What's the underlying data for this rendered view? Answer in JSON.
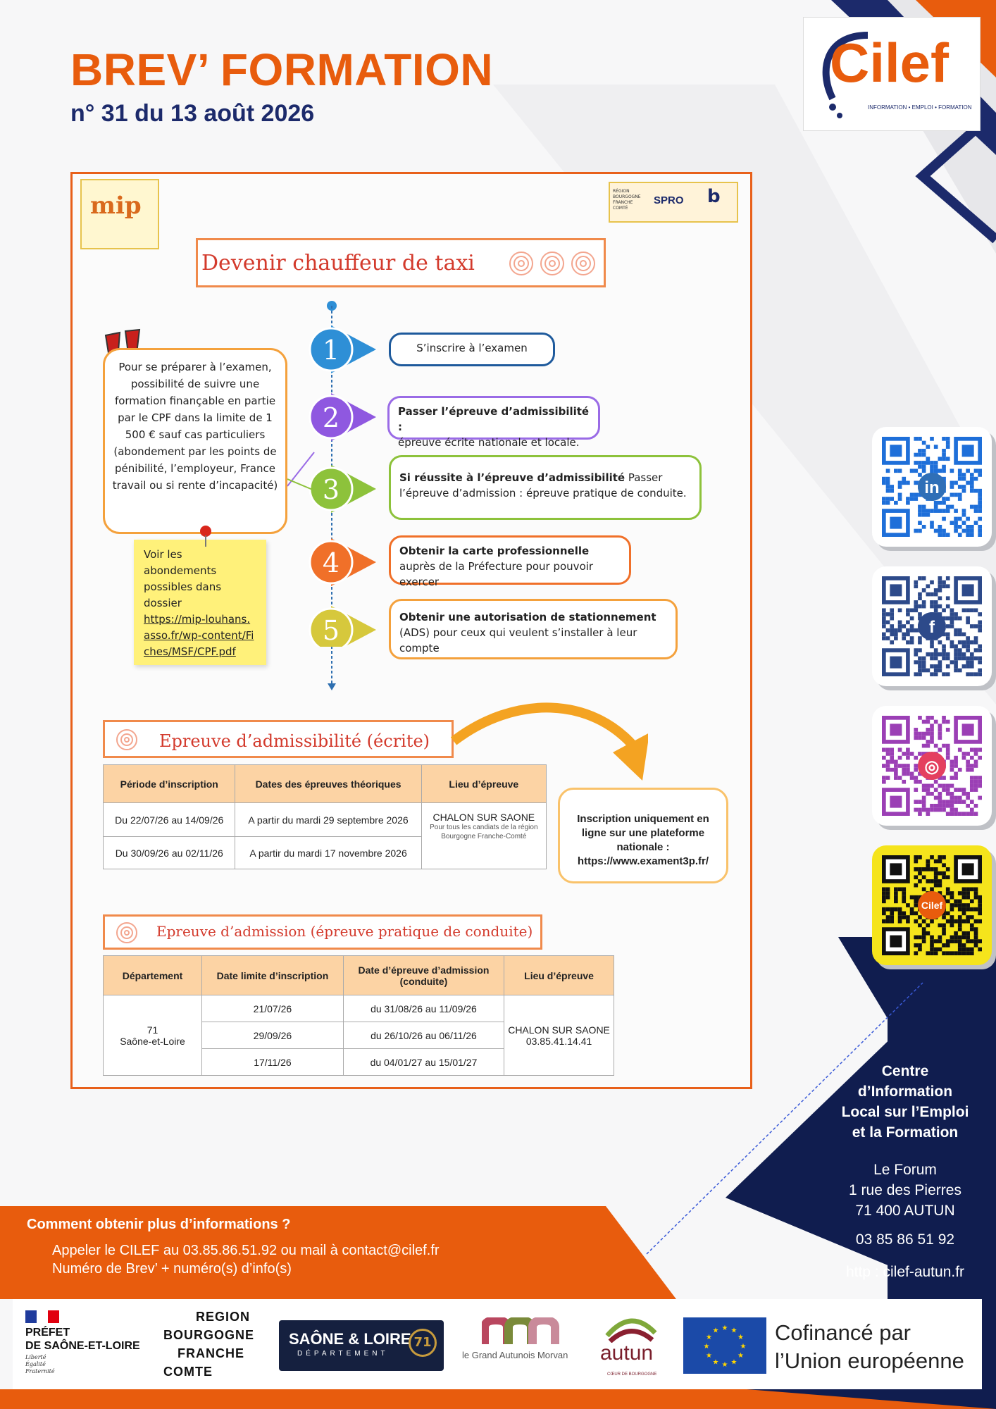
{
  "header": {
    "title": "BREV’ FORMATION",
    "subtitle": "n° 31 du 13 août 2026"
  },
  "logo": {
    "name": "Cilef",
    "tagline": "INFORMATION • EMPLOI • FORMATION"
  },
  "card": {
    "mip_logo": "mip",
    "partners": {
      "region": "RÉGION BOURGOGNE FRANCHE COMTÉ",
      "spro": "SPRO",
      "b": "b"
    },
    "title": "Devenir chauffeur de taxi",
    "steps": [
      {
        "num": "1",
        "color": "#2e8fd6",
        "border": "#1e5a9c",
        "text_bold": "",
        "text": "S’inscrire à l’examen"
      },
      {
        "num": "2",
        "color": "#8f58e0",
        "border": "#9a6be6",
        "text_bold": "Passer l’épreuve d’admissibilité :",
        "text": "épreuve écrite nationale et locale."
      },
      {
        "num": "3",
        "color": "#8dc23b",
        "border": "#8dc23b",
        "text_bold": "Si réussite à l’épreuve d’admissibilité",
        "text": " Passer  l’épreuve d’admission : épreuve pratique de conduite."
      },
      {
        "num": "4",
        "color": "#f07029",
        "border": "#f07029",
        "text_bold": "Obtenir la carte professionnelle",
        "text": " auprès de la Préfecture pour pouvoir exercer"
      },
      {
        "num": "5",
        "color": "#d6c83c",
        "border": "#f4a13c",
        "text_bold": "Obtenir une autorisation de stationnement",
        "text": " (ADS) pour ceux qui veulent s’installer à leur compte"
      }
    ],
    "note": "Pour se préparer à l’examen, possibilité de suivre une formation finançable en partie par le CPF dans la limite de 1 500 € sauf cas particuliers (abondement par les points de pénibilité, l’employeur, France travail ou si rente d’incapacité)",
    "sticky": {
      "text": "Voir les abondements possibles dans dossier",
      "link": "https://mip-louhans.asso.fr/wp-content/Fiches/MSF/CPF.pdf"
    },
    "admissibilite": {
      "title": "Epreuve d’admissibilité (écrite)",
      "headers": [
        "Période d’inscription",
        "Dates des épreuves théoriques",
        "Lieu d’épreuve"
      ],
      "rows": [
        {
          "periode": "Du 22/07/26 au 14/09/26",
          "dates": "A partir du mardi 29 septembre 2026"
        },
        {
          "periode": "Du 30/09/26 au 02/11/26",
          "dates": "A partir du mardi 17 novembre 2026"
        }
      ],
      "lieu": "CHALON SUR SAONE",
      "lieu_note": "Pour tous les candiats de la région Bourgogne Franche-Comté",
      "online": "Inscription uniquement en ligne sur une plateforme nationale : https://www.exament3p.fr/"
    },
    "admission": {
      "title": "Epreuve d’admission (épreuve pratique de conduite)",
      "headers": [
        "Département",
        "Date limite d’inscription",
        "Date d’épreuve d’admission (conduite)",
        "Lieu d’épreuve"
      ],
      "departement_num": "71",
      "departement_name": "Saône-et-Loire",
      "rows": [
        {
          "limite": "21/07/26",
          "epreuve": "du 31/08/26 au 11/09/26"
        },
        {
          "limite": "29/09/26",
          "epreuve": "du 26/10/26 au 06/11/26"
        },
        {
          "limite": "17/11/26",
          "epreuve": "du 04/01/27 au 15/01/27"
        }
      ],
      "lieu": "CHALON SUR SAONE",
      "phone": "03.85.41.14.41"
    }
  },
  "qr_codes": [
    {
      "name": "linkedin-qr",
      "icon": "in",
      "color": "#1e6fd9",
      "center": "#2f6fb7"
    },
    {
      "name": "facebook-qr",
      "icon": "f",
      "color": "#2d4a8a",
      "center": "#2d4a8a"
    },
    {
      "name": "instagram-qr",
      "icon": "◎",
      "color": "#9b3fb5",
      "center": "#e4405f"
    },
    {
      "name": "cilef-qr",
      "icon": "Cilef",
      "color": "#111111",
      "center": "#e85c0d"
    }
  ],
  "centre": {
    "title": [
      "Centre",
      "d’Information",
      "Local sur l’Emploi",
      "et la Formation"
    ],
    "address": [
      "Le Forum",
      "1 rue des Pierres",
      "71 400 AUTUN"
    ],
    "phone": "03 85 86 51 92",
    "web": "http : cilef-autun.fr"
  },
  "footer": {
    "question": "Comment obtenir plus d’informations ?",
    "line1": "Appeler le CILEF au 03.85.86.51.92 ou mail à contact@cilef.fr",
    "line2": "Numéro de Brev’ + numéro(s) d’info(s)"
  },
  "logos": {
    "prefet": [
      "PRÉFET",
      "DE SAÔNE-ET-LOIRE"
    ],
    "prefet_motto": [
      "Liberté",
      "Égalité",
      "Fraternité"
    ],
    "region": [
      "REGION",
      "BOURGOGNE",
      "FRANCHE",
      "COMTE"
    ],
    "saone": "SAÔNE & LOIRE",
    "saone_sub": "DÉPARTEMENT",
    "saone_num": "71",
    "grand_autunois": "le Grand Autunois Morvan",
    "autun": "autun",
    "autun_sub": "CŒUR DE BOURGOGNE",
    "eu": [
      "Cofinancé par",
      "l’Union européenne"
    ]
  },
  "colors": {
    "orange": "#e85c0d",
    "navy": "#1c2a6b",
    "dark_navy": "#101d4f"
  }
}
